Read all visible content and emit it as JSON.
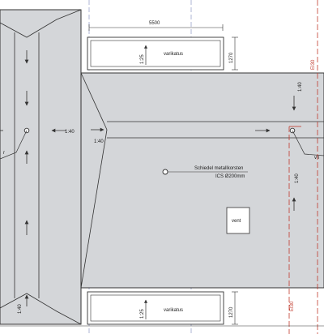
{
  "plan": {
    "colors": {
      "roof_fill": "#d4d6d9",
      "line": "#333333",
      "thin_line": "#555555",
      "red_dash": "#c0392b",
      "blue_dash": "#7a86b8",
      "paper": "#ffffff"
    },
    "dimension_top": "5500",
    "top_box": {
      "label": "varikatus",
      "slope": "1:25",
      "height_dim": "1270"
    },
    "bottom_box": {
      "label": "varikatus",
      "slope": "1:25",
      "height_dim": "1270"
    },
    "fire_labels": [
      "EI30",
      "EI30"
    ],
    "slopes": {
      "left_center": "1:40",
      "left_bottom": "1:40",
      "mid_left": "1:40",
      "right_upper": "1:40",
      "right_mid": "1:40"
    },
    "chimney": {
      "line1": "Schiedel metallkorsten",
      "line2": "ICS Ø200mm"
    },
    "vent_label": "vent",
    "edge_fragments": {
      "left": "r",
      "right": "vh"
    }
  }
}
